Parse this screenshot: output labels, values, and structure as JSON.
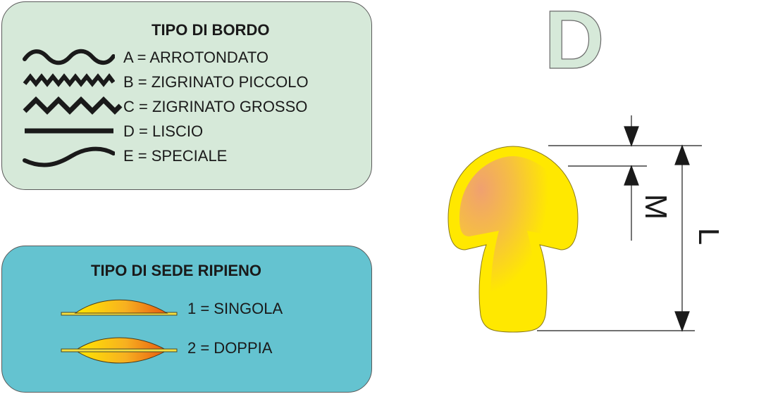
{
  "bordo": {
    "title": "TIPO DI BORDO",
    "items": [
      {
        "icon": "wave-rounded-icon",
        "label": "A = ARROTONDATO"
      },
      {
        "icon": "zigzag-small-icon",
        "label": "B = ZIGRINATO PICCOLO"
      },
      {
        "icon": "zigzag-large-icon",
        "label": "C = ZIGRINATO GROSSO"
      },
      {
        "icon": "straight-line-icon",
        "label": "D = LISCIO"
      },
      {
        "icon": "curve-special-icon",
        "label": "E = SPECIALE"
      }
    ]
  },
  "sede": {
    "title": "TIPO DI SEDE RIPIENO",
    "items": [
      {
        "icon": "single-seat-icon",
        "label": "1 = SINGOLA"
      },
      {
        "icon": "double-seat-icon",
        "label": "2 = DOPPIA"
      }
    ]
  },
  "profile": {
    "letter": "D",
    "dim_m": "M",
    "dim_l": "L"
  },
  "colors": {
    "bordo_panel": "#d6e9d9",
    "sede_panel": "#64c3d0",
    "letter_fill": "#d6e9d9",
    "profile_yellow": "#ffe800",
    "profile_orange": "#f0a070"
  }
}
